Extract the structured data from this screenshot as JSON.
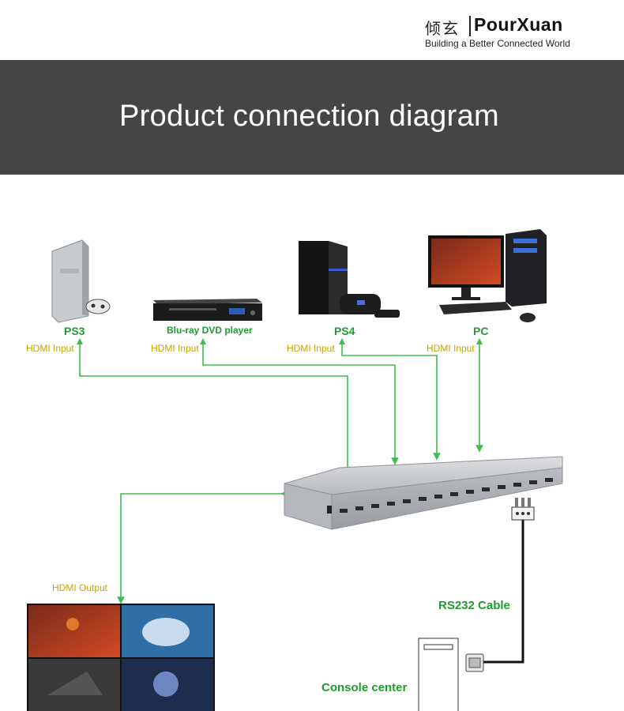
{
  "logo": {
    "chinese": "倾玄",
    "brand": "PourXuan",
    "tagline": "Building a Better Connected World"
  },
  "banner": {
    "title": "Product connection diagram"
  },
  "devices": {
    "ps3": "PS3",
    "bluray": "Blu-ray DVD player",
    "ps4": "PS4",
    "pc": "PC"
  },
  "labels": {
    "hdmi_input": "HDMI Input",
    "hdmi_output": "HDMI Output",
    "rs232_cable": "RS232 Cable",
    "console_center": "Console center"
  },
  "colors": {
    "banner": "#454545",
    "green": "#1f9c2f",
    "yellow": "#c9a400",
    "arrow": "#3dbd4c"
  }
}
